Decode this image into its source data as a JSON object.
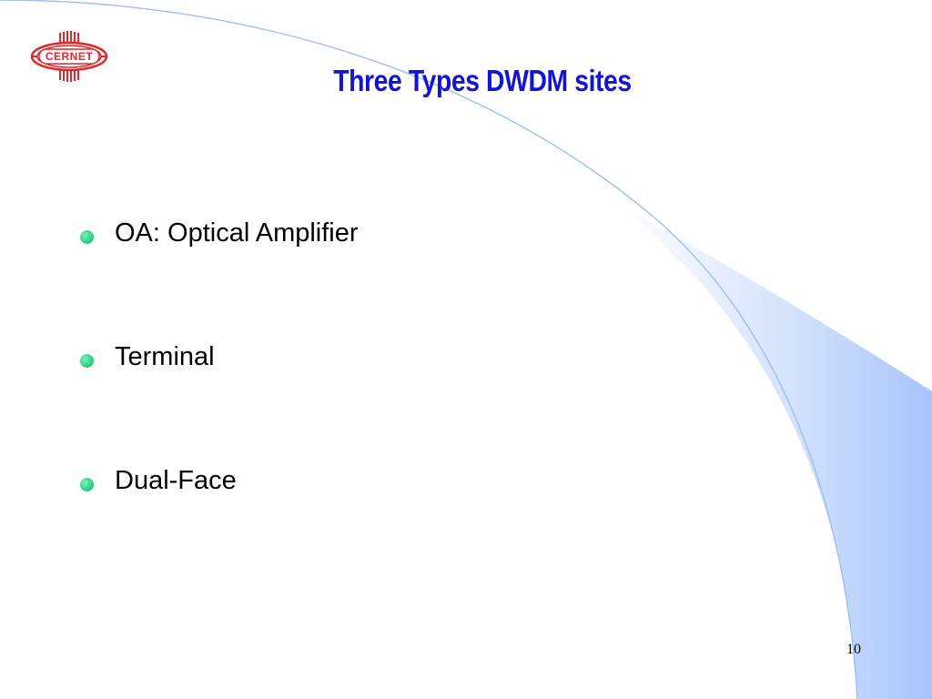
{
  "logo": {
    "text": "CERNET",
    "color": "#e0282a"
  },
  "title": "Three Types DWDM sites",
  "title_color": "#1414d6",
  "bullets": [
    {
      "label": "OA: Optical Amplifier"
    },
    {
      "label": "Terminal"
    },
    {
      "label": "Dual-Face"
    }
  ],
  "bullet_color": "#2ed48a",
  "page_number": "10",
  "background": {
    "arc_color": "#9ec0f0",
    "fill_color": "#a7c4fb"
  }
}
